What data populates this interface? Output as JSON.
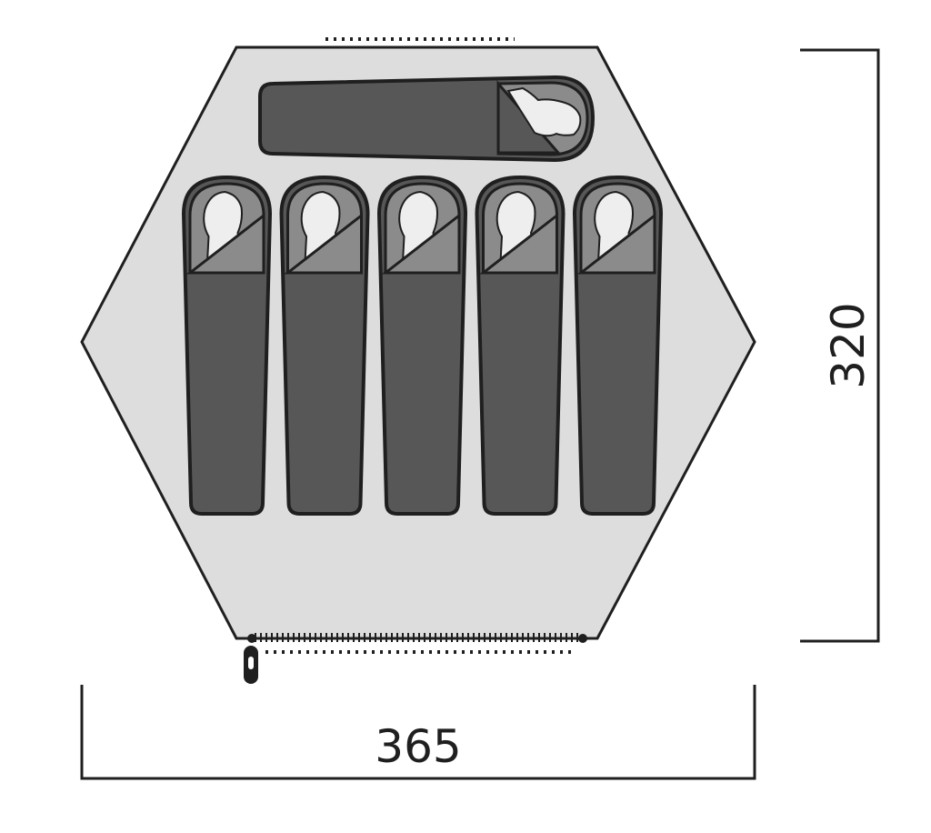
{
  "diagram": {
    "dimensions": {
      "width_label": "365",
      "depth_label": "320"
    },
    "sleeping_bags": {
      "row_count": 5,
      "top_count": 1
    },
    "colors": {
      "floor": "#dcdddc",
      "outline": "#1f1f1f",
      "bag": "#575757",
      "bag_hood": "#8b8b8b",
      "head": "#eeeeee"
    }
  }
}
